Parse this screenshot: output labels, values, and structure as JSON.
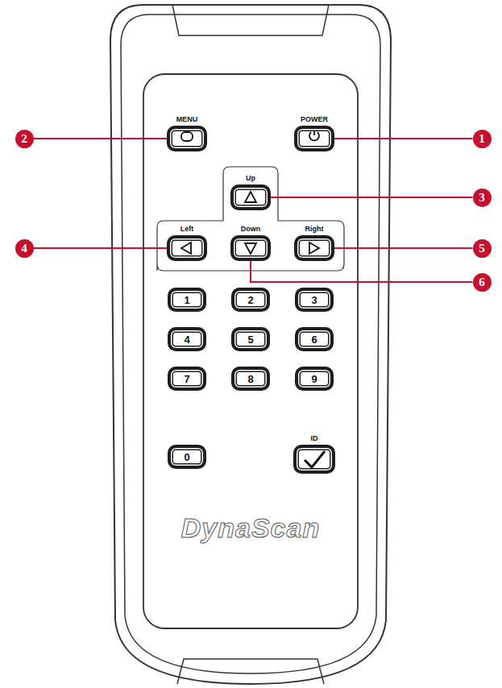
{
  "diagram": {
    "nodes": [
      {
        "text": [
          "MENU"
        ]
      },
      {
        "text": [
          "POWER"
        ]
      },
      {
        "text": [
          "Up"
        ]
      },
      {
        "text": [
          "Left"
        ]
      },
      {
        "text": [
          "Down"
        ]
      },
      {
        "text": [
          "Right"
        ]
      },
      {
        "text": [
          "1"
        ]
      },
      {
        "text": [
          "2"
        ]
      },
      {
        "text": [
          "3"
        ]
      },
      {
        "text": [
          "4"
        ]
      },
      {
        "text": [
          "5"
        ]
      },
      {
        "text": [
          "6"
        ]
      },
      {
        "text": [
          "7"
        ]
      },
      {
        "text": [
          "8"
        ]
      },
      {
        "text": [
          "9"
        ]
      },
      {
        "text": [
          "0"
        ]
      },
      {
        "text": [
          "ID"
        ]
      },
      {
        "text": [
          "1"
        ]
      },
      {
        "text": [
          "2"
        ]
      },
      {
        "text": [
          "3"
        ]
      },
      {
        "text": [
          "4"
        ]
      },
      {
        "text": [
          "5"
        ]
      },
      {
        "text": [
          "6"
        ]
      }
    ],
    "edges": [
      {
        "from": 17,
        "to": 1,
        "arrow": "none"
      },
      {
        "from": 18,
        "to": 0,
        "arrow": "none"
      },
      {
        "from": 19,
        "to": 2,
        "arrow": "none"
      },
      {
        "from": 20,
        "to": 3,
        "arrow": "none"
      },
      {
        "from": 21,
        "to": 5,
        "arrow": "none"
      },
      {
        "from": 22,
        "to": 4,
        "arrow": "none"
      }
    ],
    "labels": [
      "DynaScan"
    ]
  }
}
